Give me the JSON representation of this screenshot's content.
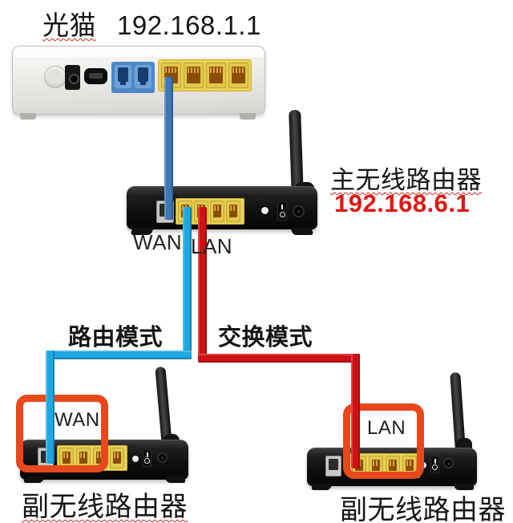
{
  "page": {
    "background": "#ffffff"
  },
  "colors": {
    "modem_to_wan_cable": "#3c78b6",
    "lan_to_wan_cable": "#1ea7e0",
    "lan_to_lan_cable": "#d01114",
    "highlight_box": "#e8481c",
    "ip_text": "#e01713"
  },
  "modem": {
    "label": "光猫",
    "ip": "192.168.1.1"
  },
  "main_router": {
    "label": "主无线路由器",
    "ip": "192.168.6.1",
    "wan_port_label": "WAN",
    "lan_port_label": "LAN"
  },
  "modes": {
    "left": "路由模式",
    "right": "交换模式"
  },
  "left_router": {
    "highlight_label": "WAN",
    "label": "副无线路由器"
  },
  "right_router": {
    "highlight_label": "LAN",
    "label": "副无线路由器"
  }
}
